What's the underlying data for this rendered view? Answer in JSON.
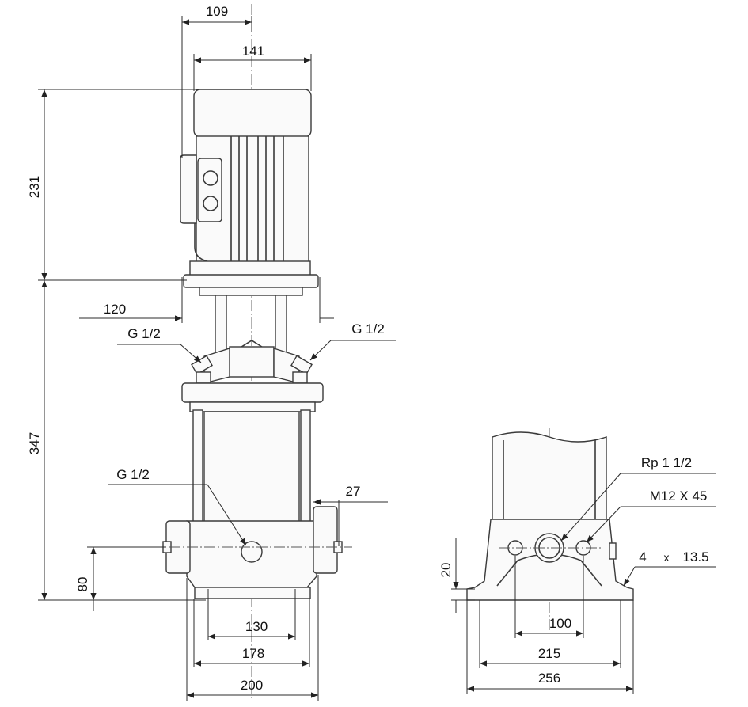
{
  "drawing": {
    "front_view": {
      "dimensions": {
        "motor_width": "109",
        "motor_body_width": "141",
        "motor_height": "231",
        "pump_height": "347",
        "coupling_width": "120",
        "inlet_height": "80",
        "flange_offset": "27",
        "base_inner": "130",
        "base_middle": "178",
        "base_outer": "200"
      },
      "labels": {
        "vent_left": "G 1/2",
        "vent_right": "G 1/2",
        "drain": "G 1/2"
      }
    },
    "side_view": {
      "dimensions": {
        "foot_height": "20",
        "bolt_spacing": "100",
        "foot_inner": "215",
        "foot_outer": "256"
      },
      "labels": {
        "port_thread": "Rp 1 1/2",
        "bolt_spec": "M12 X 45",
        "holes": "4",
        "holes_x": "x",
        "hole_size": "13.5"
      }
    }
  }
}
